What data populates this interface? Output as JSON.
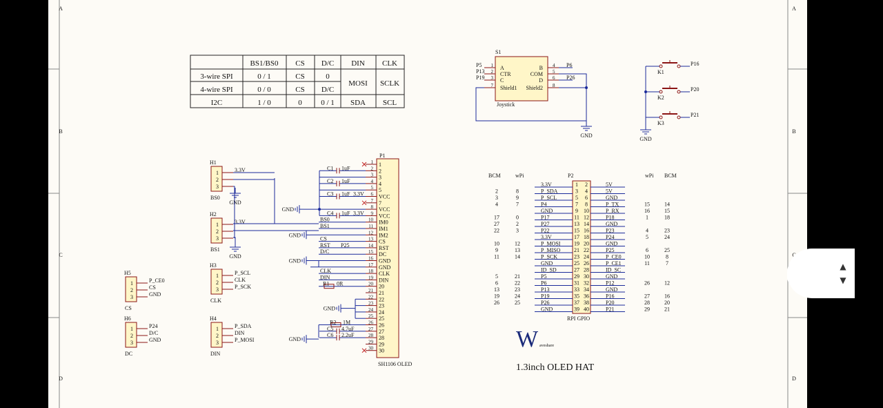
{
  "colors": {
    "wire": "#1a2a9a",
    "component": "#8b1414",
    "body_fill": "#fff6c8",
    "frame": "#888888",
    "text": "#111111"
  },
  "border": {
    "cols": [],
    "rows": [
      "A",
      "B",
      "C",
      "D"
    ]
  },
  "mode_table": {
    "headers": [
      "",
      "BS1/BS0",
      "CS",
      "D/C",
      "DIN",
      "CLK"
    ],
    "rows": [
      [
        "3-wire SPI",
        "0 / 1",
        "CS",
        "0"
      ],
      [
        "4-wire SPI",
        "0 / 0",
        "CS",
        "D/C"
      ],
      [
        "I2C",
        "1 / 0",
        "0",
        "0 / 1",
        "SDA",
        "SCL"
      ]
    ],
    "merged_din": "MOSI",
    "merged_clk": "SCLK"
  },
  "headers_small": [
    {
      "ref": "H1",
      "name": "BS0",
      "pins": [
        "1",
        "2",
        "3"
      ],
      "labels": [
        "3.3V",
        "",
        ""
      ],
      "gnd": "GND"
    },
    {
      "ref": "H2",
      "name": "BS1",
      "pins": [
        "1",
        "2",
        "3"
      ],
      "labels": [
        "3.3V",
        "",
        ""
      ],
      "gnd": "GND"
    },
    {
      "ref": "H3",
      "name": "CLK",
      "pins": [
        "1",
        "2",
        "3"
      ],
      "labels": [
        "P_SCL",
        "CLK",
        "P_SCK"
      ]
    },
    {
      "ref": "H4",
      "name": "DIN",
      "pins": [
        "1",
        "2",
        "3"
      ],
      "labels": [
        "P_SDA",
        "DIN",
        "P_MOSI"
      ]
    },
    {
      "ref": "H5",
      "name": "CS",
      "pins": [
        "1",
        "2",
        "3"
      ],
      "labels": [
        "P_CE0",
        "CS",
        "GND"
      ]
    },
    {
      "ref": "H6",
      "name": "DC",
      "pins": [
        "1",
        "2",
        "3"
      ],
      "labels": [
        "P24",
        "D/C",
        "GND"
      ]
    }
  ],
  "oled": {
    "ref": "P1",
    "name": "SH1106 OLED",
    "pin_names": [
      "1",
      "2",
      "3",
      "4",
      "5",
      "VCC",
      "7",
      "VCC",
      "VCC",
      "IM0",
      "IM1",
      "IM2",
      "CS",
      "RST",
      "DC",
      "GND",
      "GND",
      "CLK",
      "DIN",
      "20",
      "21",
      "22",
      "23",
      "24",
      "25",
      "26",
      "27",
      "28",
      "29",
      "30"
    ],
    "pin_numbers": [
      "1",
      "2",
      "3",
      "4",
      "5",
      "6",
      "7",
      "8",
      "9",
      "10",
      "11",
      "12",
      "13",
      "14",
      "15",
      "16",
      "17",
      "18",
      "19",
      "20",
      "21",
      "22",
      "23",
      "24",
      "25",
      "26",
      "27",
      "28",
      "29",
      "30"
    ],
    "net_labels": [
      "BS0",
      "BS1",
      "CS",
      "RST",
      "P25",
      "D/C",
      "CLK",
      "DIN"
    ],
    "caps": [
      {
        "ref": "C1",
        "value": "1uF"
      },
      {
        "ref": "C2",
        "value": "1uF"
      },
      {
        "ref": "C3",
        "value": "1uF",
        "net": "3.3V"
      },
      {
        "ref": "C4",
        "value": "1uF",
        "net": "3.3V"
      },
      {
        "ref": "C5",
        "value": "4.7uF"
      },
      {
        "ref": "C6",
        "value": "2.2uF"
      }
    ],
    "resistors": [
      {
        "ref": "R1",
        "value": "0R"
      },
      {
        "ref": "R2",
        "value": "1M"
      }
    ],
    "gnd": "GND"
  },
  "joystick": {
    "ref": "S1",
    "name": "Joystick",
    "left_nets": [
      "P5",
      "P13",
      "P19"
    ],
    "left_pin_nums": [
      "1",
      "2",
      "3",
      "7"
    ],
    "left_pin_names": [
      "A",
      "CTR",
      "C",
      "Shield1"
    ],
    "right_pin_names": [
      "B",
      "COM",
      "D",
      "Shield2"
    ],
    "right_pin_nums": [
      "4",
      "5",
      "6",
      "8"
    ],
    "right_nets": [
      "P6",
      "P26"
    ],
    "gnd": "GND"
  },
  "keys": [
    {
      "ref": "K1",
      "net": "P16"
    },
    {
      "ref": "K2",
      "net": "P20"
    },
    {
      "ref": "K3",
      "net": "P21"
    }
  ],
  "keys_gnd": "GND",
  "gpio": {
    "ref": "P2",
    "name": "RPI GPIO",
    "col_headers": {
      "bcm_left": "BCM",
      "wpi_left": "wPi",
      "wpi_right": "wPi",
      "bcm_right": "BCM"
    },
    "left_nets": [
      "3.3V",
      "P_SDA",
      "P_SCL",
      "P4",
      "GND",
      "P17",
      "P27",
      "P22",
      "3.3V",
      "P_MOSI",
      "P_MISO",
      "P_SCK",
      "GND",
      "ID_SD",
      "P5",
      "P6",
      "P13",
      "P19",
      "P26",
      "GND"
    ],
    "right_nets": [
      "5V",
      "5V",
      "GND",
      "P_TX",
      "P_RX",
      "P18",
      "GND",
      "P23",
      "P24",
      "GND",
      "P25",
      "P_CE0",
      "P_CE1",
      "ID_SC",
      "GND",
      "P12",
      "GND",
      "P16",
      "P20",
      "P21"
    ],
    "bcm_left": [
      "",
      "2",
      "3",
      "4",
      "",
      "17",
      "27",
      "22",
      "",
      "10",
      "9",
      "11",
      "",
      "",
      "5",
      "6",
      "13",
      "19",
      "26",
      ""
    ],
    "wpi_left": [
      "",
      "8",
      "9",
      "7",
      "",
      "0",
      "2",
      "3",
      "",
      "12",
      "13",
      "14",
      "",
      "",
      "21",
      "22",
      "23",
      "24",
      "25",
      ""
    ],
    "wpi_right": [
      "",
      "",
      "",
      "15",
      "16",
      "1",
      "",
      "4",
      "5",
      "",
      "6",
      "10",
      "11",
      "",
      "",
      "26",
      "",
      "27",
      "28",
      "29"
    ],
    "bcm_right": [
      "",
      "",
      "",
      "14",
      "15",
      "18",
      "",
      "23",
      "24",
      "",
      "25",
      "8",
      "7",
      "",
      "",
      "12",
      "",
      "16",
      "20",
      "21"
    ]
  },
  "logo": {
    "letter": "W",
    "text": "aveshare"
  },
  "title": "1.3inch OLED HAT",
  "nav": {
    "up": "▲",
    "down": "▼"
  }
}
